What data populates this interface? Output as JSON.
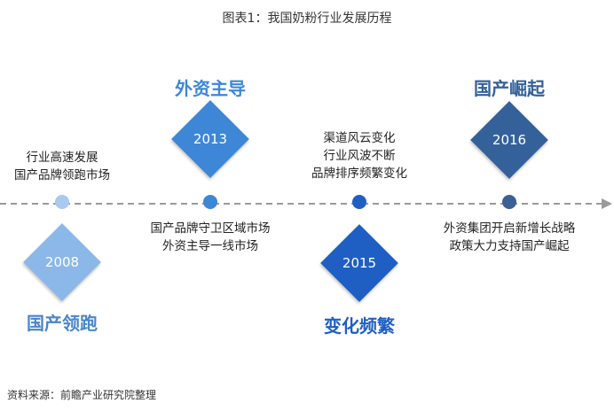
{
  "title": "图表1：我国奶粉行业发展历程",
  "source": "资料来源：前瞻产业研究院整理",
  "colors": {
    "y2008": "#8bb8e8",
    "y2013": "#3d87d6",
    "y2015": "#1f5fc4",
    "y2016": "#34619a",
    "phase2008": "#4a86c8",
    "phase2013": "#3d87d6",
    "phase2015": "#1f5fc4",
    "phase2016": "#34619a",
    "dot2008": "#a9c9ef",
    "dot2013": "#3d87d6",
    "dot2015": "#1f5fc4",
    "dot2016": "#3c5f94",
    "line": "#9a9a9a"
  },
  "milestones": [
    {
      "year": "2008",
      "phase": "国产领跑",
      "lines": [
        "行业高速发展",
        "国产品牌领跑市场"
      ]
    },
    {
      "year": "2013",
      "phase": "外资主导",
      "lines": [
        "国产品牌守卫区域市场",
        "外资主导一线市场"
      ]
    },
    {
      "year": "2015",
      "phase": "变化频繁",
      "lines": [
        "渠道风云变化",
        "行业风波不断",
        "品牌排序频繁变化"
      ]
    },
    {
      "year": "2016",
      "phase": "国产崛起",
      "lines": [
        "外资集团开启新增长战略",
        "政策大力支持国产崛起"
      ]
    }
  ]
}
